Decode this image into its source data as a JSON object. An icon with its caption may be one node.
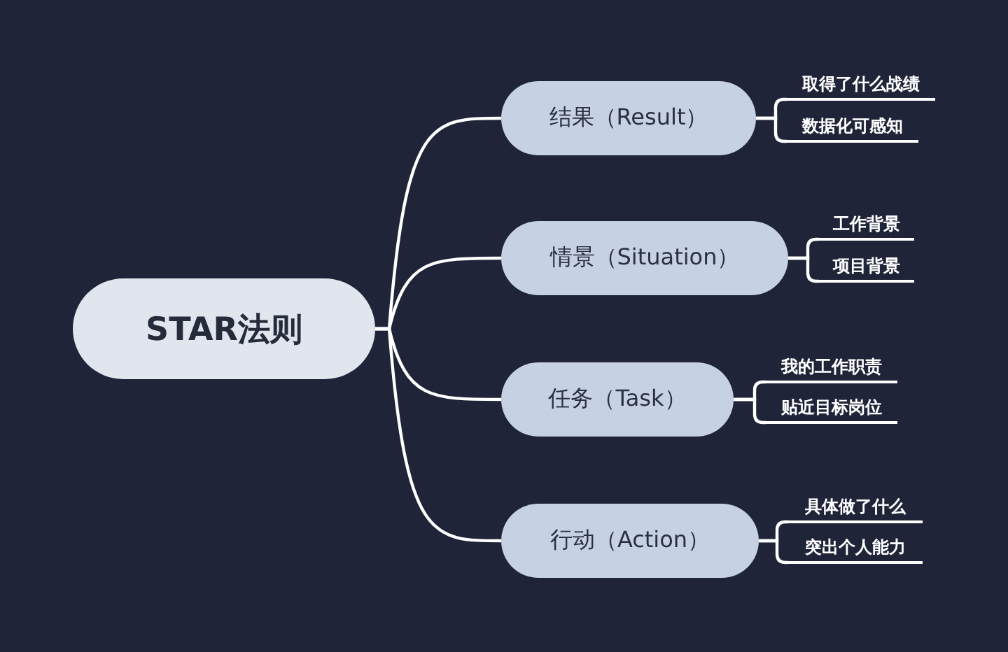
{
  "diagram": {
    "nodes": [
      {
        "text": [
          "STAR法则"
        ]
      },
      {
        "text": [
          "结果（Result）"
        ]
      },
      {
        "text": [
          "取得了什么战绩"
        ]
      },
      {
        "text": [
          "数据化可感知"
        ]
      },
      {
        "text": [
          "情景（Situation）"
        ]
      },
      {
        "text": [
          "工作背景"
        ]
      },
      {
        "text": [
          "项目背景"
        ]
      },
      {
        "text": [
          "任务（Task）"
        ]
      },
      {
        "text": [
          "我的工作职责"
        ]
      },
      {
        "text": [
          "贴近目标岗位"
        ]
      },
      {
        "text": [
          "行动（Action）"
        ]
      },
      {
        "text": [
          "具体做了什么"
        ]
      },
      {
        "text": [
          "突出个人能力"
        ]
      }
    ],
    "edges": [
      {
        "from": 0,
        "to": 1,
        "arrow": "none"
      },
      {
        "from": 0,
        "to": 4,
        "arrow": "none"
      },
      {
        "from": 0,
        "to": 7,
        "arrow": "none"
      },
      {
        "from": 0,
        "to": 10,
        "arrow": "none"
      },
      {
        "from": 1,
        "to": 2,
        "arrow": "none"
      },
      {
        "from": 1,
        "to": 3,
        "arrow": "none"
      },
      {
        "from": 4,
        "to": 5,
        "arrow": "none"
      },
      {
        "from": 4,
        "to": 6,
        "arrow": "none"
      },
      {
        "from": 7,
        "to": 8,
        "arrow": "none"
      },
      {
        "from": 7,
        "to": 9,
        "arrow": "none"
      },
      {
        "from": 10,
        "to": 11,
        "arrow": "none"
      },
      {
        "from": 10,
        "to": 12,
        "arrow": "none"
      }
    ]
  }
}
